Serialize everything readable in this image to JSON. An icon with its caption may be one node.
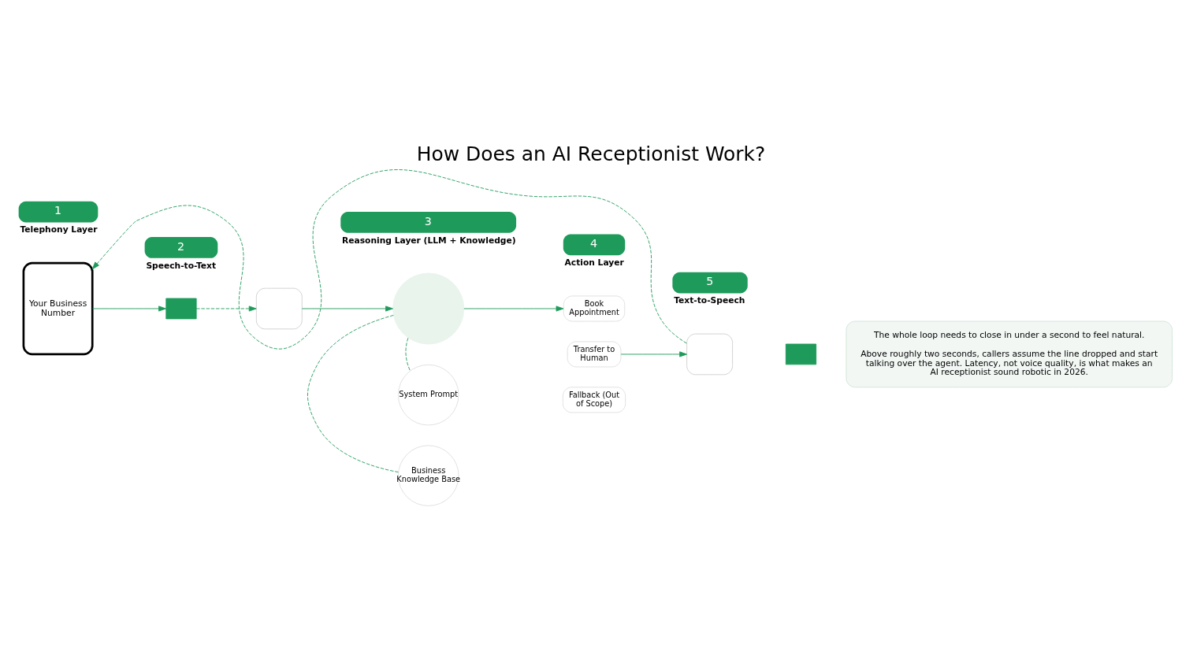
{
  "diagram": {
    "title": "How Does an AI Receptionist Work?",
    "nodes": [
      {
        "text": [
          "1"
        ],
        "beside": [
          "Telephony Layer"
        ]
      },
      {
        "text": [
          "Your Business Number"
        ]
      },
      {
        "text": [
          "2"
        ],
        "beside": [
          "Speech-to-Text"
        ]
      },
      {
        "text": [],
        "shape": "waveform"
      },
      {
        "text": [],
        "shape": "bubble"
      },
      {
        "text": [
          "3"
        ],
        "beside": [
          "Reasoning Layer (LLM + Knowledge)"
        ]
      },
      {
        "text": [],
        "shape": "circle"
      },
      {
        "text": [
          "System Prompt"
        ]
      },
      {
        "text": [
          "Business Knowledge Base"
        ]
      },
      {
        "text": [
          "4"
        ],
        "beside": [
          "Action Layer"
        ]
      },
      {
        "text": [
          "Book Appointment"
        ]
      },
      {
        "text": [
          "Transfer to Human"
        ]
      },
      {
        "text": [
          "Fallback (Out of Scope)"
        ]
      },
      {
        "text": [
          "5"
        ],
        "beside": [
          "Text-to-Speech"
        ]
      },
      {
        "text": [],
        "shape": "bubble"
      },
      {
        "text": [],
        "shape": "waveform"
      },
      {
        "text": [
          "The whole loop needs to close in under a second to feel natural.",
          "Above roughly two seconds, callers assume the line dropped and start talking over the agent. Latency, not voice quality, is what makes an AI receptionist sound robotic in 2026."
        ]
      }
    ],
    "edges": [
      {
        "from": 1,
        "to": 3,
        "arrow": "to"
      },
      {
        "from": 3,
        "to": 4,
        "arrow": "to",
        "style": "dashed"
      },
      {
        "from": 4,
        "to": 6,
        "arrow": "to"
      },
      {
        "from": 6,
        "to": 7,
        "arrow": "none",
        "style": "dashed"
      },
      {
        "from": 6,
        "to": 8,
        "arrow": "none",
        "style": "dashed"
      },
      {
        "from": 6,
        "to": 10,
        "arrow": "to"
      },
      {
        "from": 11,
        "to": 14,
        "arrow": "to"
      },
      {
        "from": 14,
        "to": 1,
        "arrow": "to",
        "style": "dashed"
      }
    ]
  }
}
